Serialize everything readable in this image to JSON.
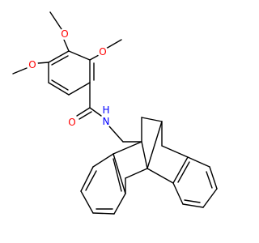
{
  "colors": {
    "bond": "#000000",
    "oxygen": "#ff0000",
    "nitrogen": "#0000ff",
    "background": "#ffffff"
  },
  "atoms": {
    "o_para": {
      "label": "O",
      "element": "O"
    },
    "o_meta_right": {
      "label": "O",
      "element": "O"
    },
    "o_meta_left": {
      "label": "O",
      "element": "O"
    },
    "o_carbonyl": {
      "label": "O",
      "element": "O"
    },
    "n_amide": {
      "label": "N",
      "element": "N"
    },
    "h_amide": {
      "label": "H",
      "element": "N"
    }
  }
}
